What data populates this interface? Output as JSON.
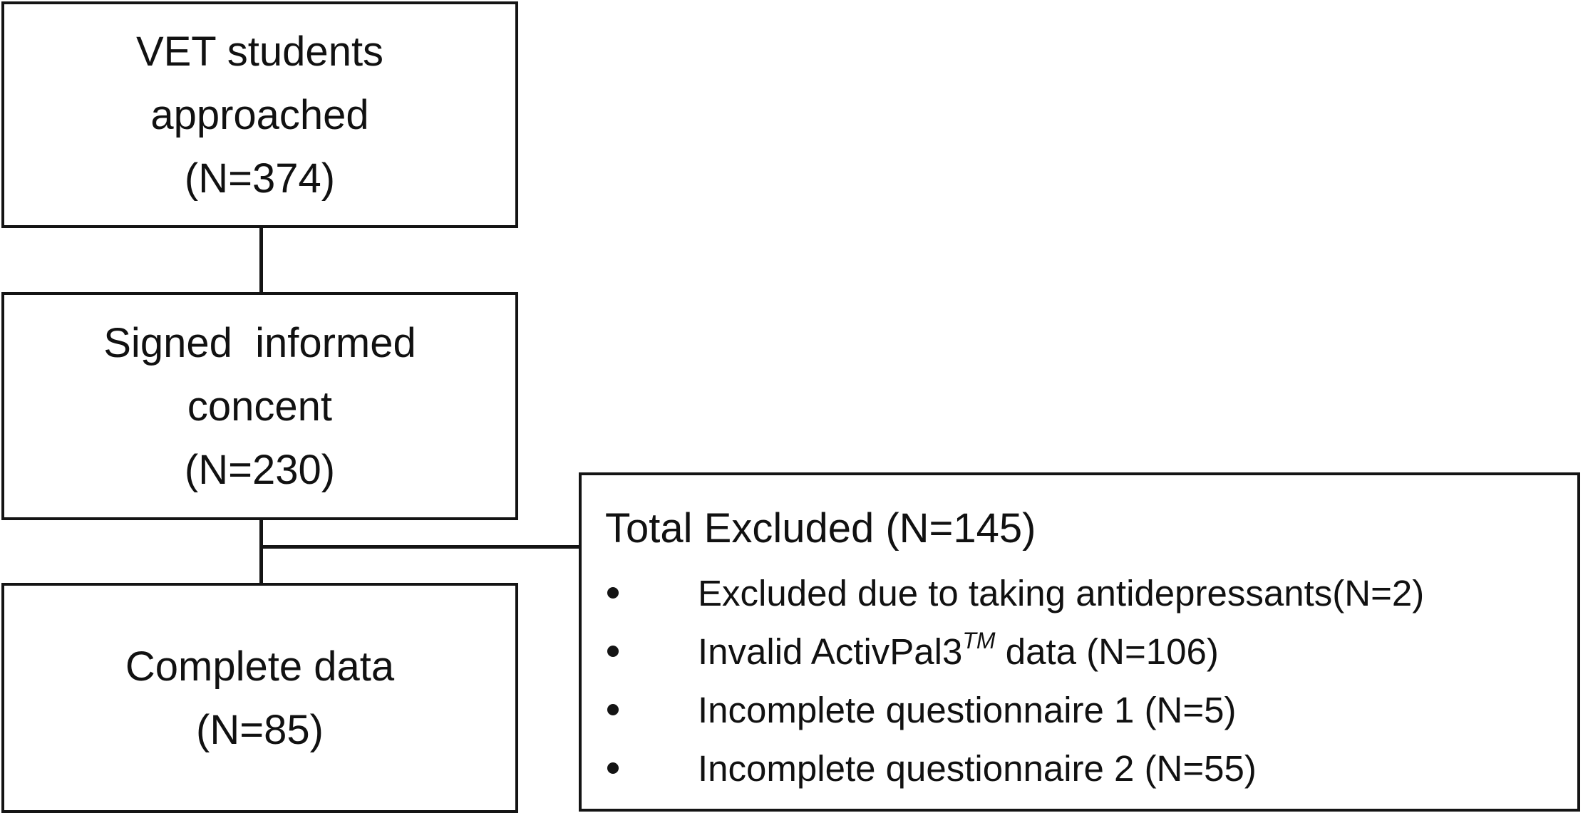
{
  "flowchart": {
    "approached": {
      "line1": "VET students",
      "line2": "approached",
      "line3": "(N=374)"
    },
    "consent": {
      "line1": "Signed  informed",
      "line2": "concent",
      "line3": "(N=230)"
    },
    "complete": {
      "line1": "Complete data",
      "line2": "(N=85)"
    },
    "excluded": {
      "title": "Total Excluded (N=145)",
      "items": [
        {
          "text": "Excluded due to taking antidepressants(N=2)"
        },
        {
          "text_before": "Invalid ActivPal3",
          "superscript": "TM",
          "text_after": " data (N=106)"
        },
        {
          "text": "Incomplete questionnaire 1 (N=5)"
        },
        {
          "text": "Incomplete questionnaire 2 (N=55)"
        }
      ]
    }
  }
}
